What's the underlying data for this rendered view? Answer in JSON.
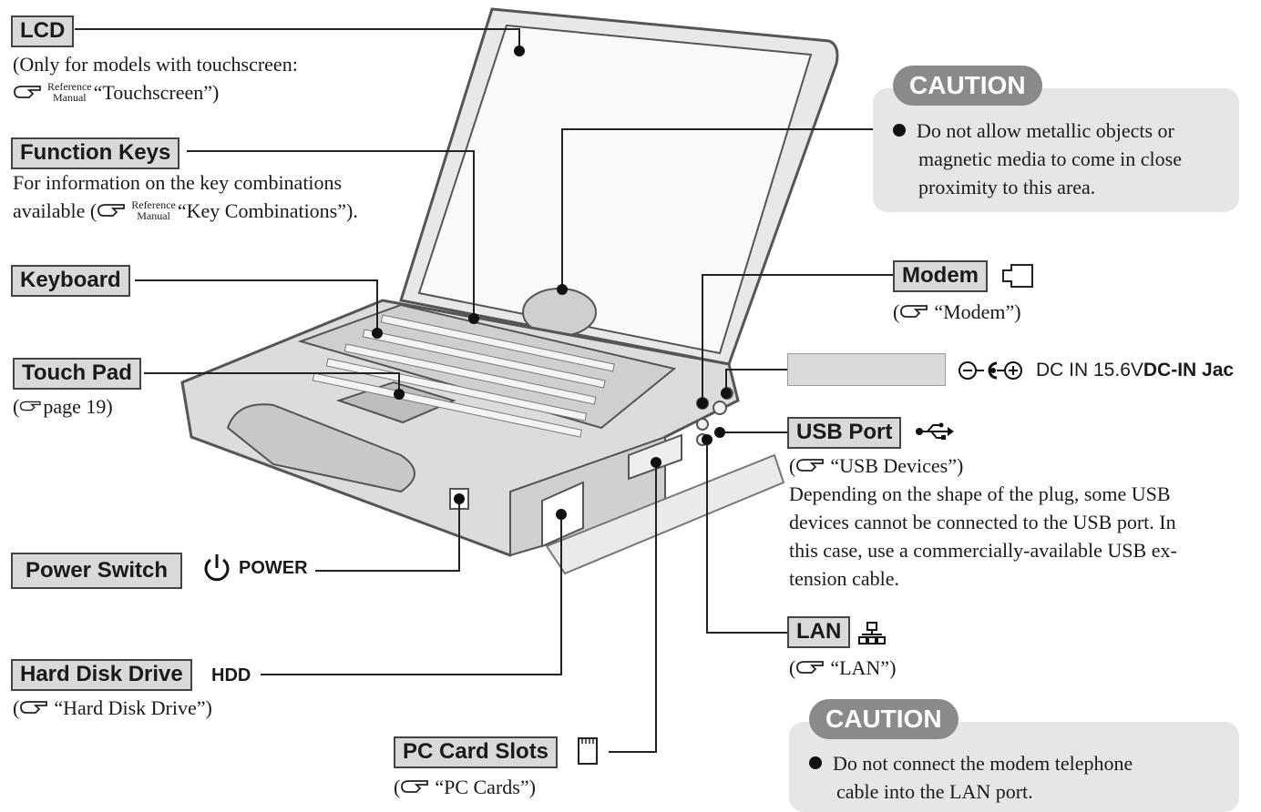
{
  "labels": {
    "lcd": {
      "title": "LCD",
      "desc1": "(Only for models with touchscreen:",
      "desc2": "“Touchscreen”)"
    },
    "function_keys": {
      "title": "Function Keys",
      "desc1": "For information on the key combinations",
      "desc2_a": "available (",
      "desc2_b": "“Key Combinations”)."
    },
    "keyboard": {
      "title": "Keyboard"
    },
    "touch_pad": {
      "title": "Touch Pad",
      "desc": "page 19)"
    },
    "power_switch": {
      "title": "Power Switch",
      "suffix": "POWER"
    },
    "hdd": {
      "title": "Hard Disk Drive",
      "suffix": "HDD",
      "desc": "“Hard Disk Drive”)"
    },
    "pc_card": {
      "title": "PC Card Slots",
      "desc": "“PC Cards”)"
    },
    "modem": {
      "title": "Modem",
      "desc": "“Modem”)"
    },
    "dc_in": {
      "text": "DC IN 15.6V",
      "bold": "DC-IN Jac"
    },
    "usb": {
      "title": "USB Port",
      "desc": "“USB Devices”)",
      "body": [
        "Depending on the shape of the plug, some USB",
        "devices cannot be connected to the USB port. In",
        "this case, use a commercially-available USB ex-",
        "tension cable."
      ]
    },
    "lan": {
      "title": "LAN",
      "desc": "“LAN”)"
    }
  },
  "reference": {
    "line1": "Reference",
    "line2": "Manual"
  },
  "cautions": [
    {
      "tag": "CAUTION",
      "lines": [
        "Do not allow metallic objects or",
        "magnetic media to come in close",
        "proximity to this area."
      ]
    },
    {
      "tag": "CAUTION",
      "lines": [
        "Do not connect the modem telephone",
        "cable into the LAN port."
      ]
    }
  ],
  "icons": [
    "pointing-hand-icon",
    "power-icon",
    "modem-jack-icon",
    "dc-polarity-icon",
    "usb-icon",
    "lan-icon",
    "pc-card-icon"
  ]
}
